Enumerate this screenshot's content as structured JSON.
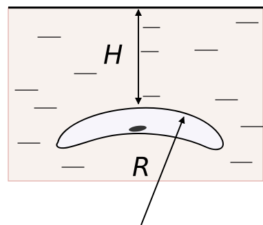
{
  "labels": {
    "depth": "H",
    "radius": "R"
  },
  "colors": {
    "water": "#f8f2ee",
    "water_border": "#e0a8a4",
    "surface_line": "#000000",
    "ice_fill": "#f7f5fb",
    "stroke": "#000000",
    "spot": "#333333"
  },
  "icons": {
    "double_arrow": "vertical-double-arrow",
    "radius_arrow": "single-arrow"
  }
}
